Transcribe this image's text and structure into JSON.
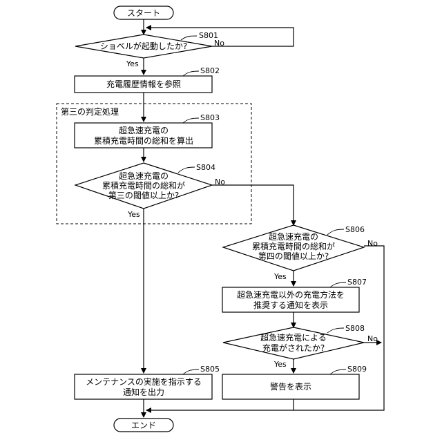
{
  "nodes": {
    "start": "スタート",
    "s801": {
      "tag": "S801",
      "text": "ショベルが起動したか?"
    },
    "s802": {
      "tag": "S802",
      "text": "充電履歴情報を参照"
    },
    "group": "第三の判定処理",
    "s803": {
      "tag": "S803",
      "line1": "超急速充電の",
      "line2": "累積充電時間の総和を算出"
    },
    "s804": {
      "tag": "S804",
      "line1": "超急速充電の",
      "line2": "累積充電時間の総和が",
      "line3": "第三の閾値以上か?"
    },
    "s805": {
      "tag": "S805",
      "line1": "メンテナンスの実施を指示する",
      "line2": "通知を出力"
    },
    "s806": {
      "tag": "S806",
      "line1": "超急速充電の",
      "line2": "累積充電時間の総和が",
      "line3": "第四の閾値以上か?"
    },
    "s807": {
      "tag": "S807",
      "line1": "超急速充電以外の充電方法を",
      "line2": "推奨する通知を表示"
    },
    "s808": {
      "tag": "S808",
      "line1": "超急速充電による",
      "line2": "充電がされたか?"
    },
    "s809": {
      "tag": "S809",
      "text": "警告を表示"
    },
    "end": "エンド"
  },
  "edge_labels": {
    "s801_no": "No",
    "s801_yes": "Yes",
    "s804_no": "No",
    "s804_yes": "Yes",
    "s806_no": "No",
    "s806_yes": "Yes",
    "s808_no": "No",
    "s808_yes": "Yes"
  }
}
